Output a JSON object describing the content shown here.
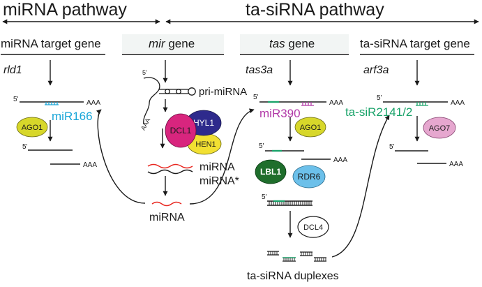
{
  "header": {
    "mirna_pathway": "miRNA pathway",
    "tasirna_pathway": "ta-siRNA pathway"
  },
  "columns": {
    "mirna_target_gene": "miRNA target gene",
    "mir_gene_italic": "mir",
    "mir_gene_rest": " gene",
    "tas_gene_italic": "tas",
    "tas_gene_rest": " gene",
    "tasirna_target_gene": "ta-siRNA target gene"
  },
  "col1": {
    "gene": "rld1",
    "five_prime": "5'",
    "aaa": "AAA",
    "mirna": "miR166",
    "ago": "AGO1",
    "five_prime_2": "5'",
    "aaa_2": "AAA"
  },
  "col2": {
    "five_prime": "5'",
    "aaa": "AAA",
    "pri_mirna": "pri-miRNA",
    "dcl1": "DCL1",
    "hyl1": "HYL1",
    "hen1": "HEN1",
    "mirna_line1": "miRNA",
    "mirna_line2": "miRNA*",
    "mirna_final": "miRNA"
  },
  "col3": {
    "gene": "tas3a",
    "five_prime": "5'",
    "aaa": "AAA",
    "mirna": "miR390",
    "ago": "AGO1",
    "five_prime_2": "5'",
    "aaa_2": "AAA",
    "lbl1": "LBL1",
    "rdr6": "RDR6",
    "five_prime_3": "5'",
    "dcl4": "DCL4",
    "duplexes": "ta-siRNA duplexes"
  },
  "col4": {
    "gene": "arf3a",
    "five_prime": "5'",
    "aaa": "AAA",
    "tasirna": "ta-siR2141/2",
    "ago": "AGO7",
    "five_prime_2": "5'",
    "aaa_2": "AAA"
  },
  "colors": {
    "mir166": "#1aa6d8",
    "mir390": "#b23aa8",
    "tasirna": "#1aa36a",
    "mirna_red": "#e8261f",
    "ago1": "#d7d72a",
    "hyl1": "#2e2a8c",
    "dcl1": "#d8257e",
    "hen1": "#f2e032",
    "lbl1": "#1f6e2c",
    "rdr6": "#6cc0ea",
    "ago7": "#e6a7cf"
  }
}
